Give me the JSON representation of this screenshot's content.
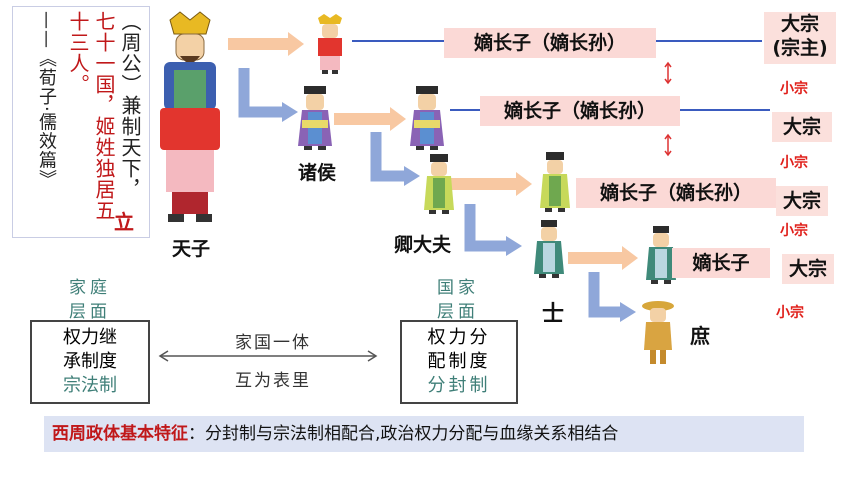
{
  "quote": {
    "col1": "（周公）兼制天下，",
    "col2": "立七十一国，姬姓独居五十三人。",
    "col2_red1": "立",
    "col2_red2": "七十一国，姬姓独居五",
    "col2_red3": "十三人。",
    "col3": "——《荀子·儒效篇》"
  },
  "labels": {
    "tianzi": "天子",
    "zhuhou": "诸侯",
    "qingdafu": "卿大夫",
    "shi": "士",
    "shu": "庶"
  },
  "rows": [
    {
      "heir": "嫡长子（嫡长孙）",
      "zong": "大宗",
      "zong2": "(宗主)"
    },
    {
      "heir": "嫡长子（嫡长孙）",
      "zong": "大宗"
    },
    {
      "heir": "嫡长子（嫡长孙）",
      "zong": "大宗"
    },
    {
      "heir": "嫡长子",
      "zong": "大宗"
    }
  ],
  "xiaozong": [
    "小宗",
    "小宗",
    "小宗",
    "小宗"
  ],
  "family": {
    "title1": "家庭",
    "title2": "层面",
    "box1": "权力继",
    "box2": "承制度",
    "box3": "宗法制"
  },
  "state": {
    "title1": "国家",
    "title2": "层面",
    "box1": "权力分",
    "box2": "配制度",
    "box3": "分封制"
  },
  "middle": {
    "line1": "家国一体",
    "line2": "互为表里"
  },
  "summary": {
    "label": "西周政体基本特征",
    "text": "：分封制与宗法制相配合,政治权力分配与血缘关系相结合"
  },
  "colors": {
    "orange_arrow": "#f8c8a2",
    "blue_arrow": "#8fa7d9",
    "pink_box": "#fbd9d6",
    "red_text": "#c0181a",
    "teal_text": "#3f7f78"
  }
}
